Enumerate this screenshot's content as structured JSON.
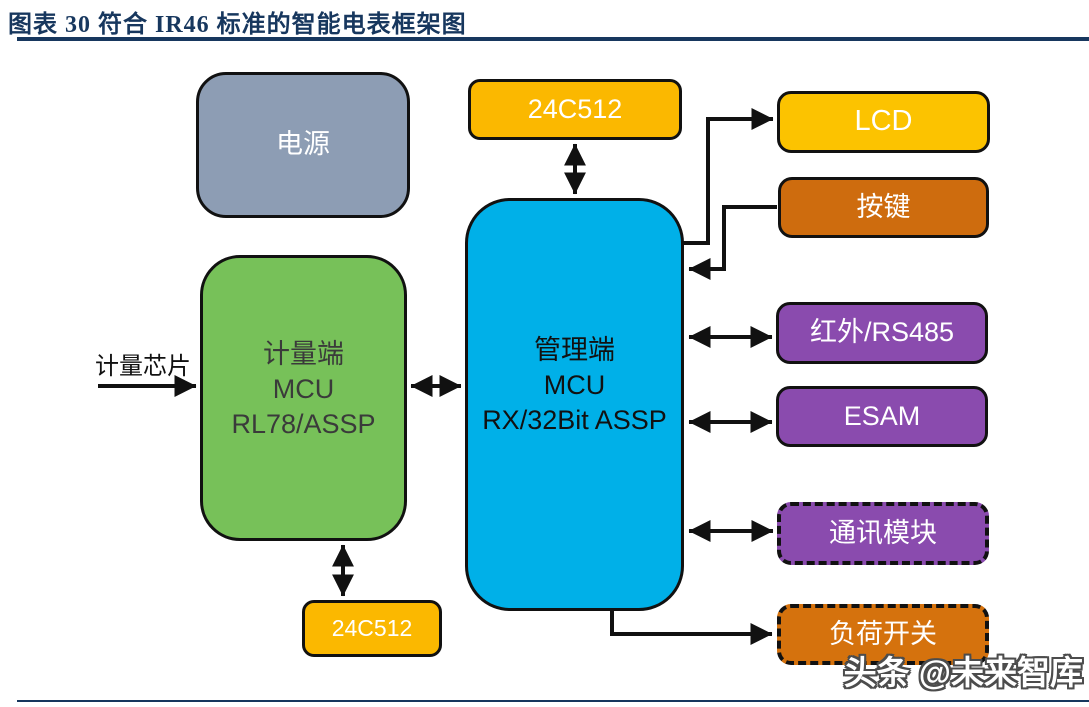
{
  "header": {
    "title": "图表 30  符合 IR46 标准的智能电表框架图",
    "rule_color": "#17375E"
  },
  "diagram": {
    "input_label": "计量芯片",
    "nodes": {
      "power": {
        "label": "电源",
        "fill": "#8D9DB4"
      },
      "eeprom_top": {
        "label": "24C512",
        "fill": "#FBB800"
      },
      "lcd": {
        "label": "LCD",
        "fill": "#FCC300"
      },
      "keys": {
        "label": "按键",
        "fill": "#CE6C0E"
      },
      "metering_mcu": {
        "lines": [
          "计量端",
          "MCU",
          "RL78/ASSP"
        ],
        "fill": "#77C159"
      },
      "management_mcu": {
        "lines": [
          "管理端",
          "MCU",
          "RX/32Bit ASSP"
        ],
        "fill": "#00B0E8"
      },
      "infrared": {
        "label": "红外/RS485",
        "fill": "#8A4BAE"
      },
      "esam": {
        "label": "ESAM",
        "fill": "#8A4BAE"
      },
      "comm_module": {
        "label": "通讯模块",
        "fill": "#8A4BAE",
        "border_style": "dashed"
      },
      "load_switch": {
        "label": "负荷开关",
        "fill": "#D5720D",
        "border_style": "dashed"
      },
      "eeprom_bottom": {
        "label": "24C512",
        "fill": "#FBB800"
      }
    },
    "connections": [
      {
        "from": "metering_chip_input",
        "to": "metering_mcu",
        "direction": "one-way"
      },
      {
        "from": "metering_mcu",
        "to": "management_mcu",
        "direction": "two-way"
      },
      {
        "from": "management_mcu",
        "to": "eeprom_top",
        "direction": "two-way"
      },
      {
        "from": "metering_mcu",
        "to": "eeprom_bottom",
        "direction": "two-way"
      },
      {
        "from": "management_mcu",
        "to": "lcd",
        "direction": "one-way"
      },
      {
        "from": "keys",
        "to": "management_mcu",
        "direction": "one-way"
      },
      {
        "from": "management_mcu",
        "to": "infrared",
        "direction": "two-way"
      },
      {
        "from": "management_mcu",
        "to": "esam",
        "direction": "two-way"
      },
      {
        "from": "management_mcu",
        "to": "comm_module",
        "direction": "two-way"
      },
      {
        "from": "management_mcu",
        "to": "load_switch",
        "direction": "one-way"
      }
    ],
    "line_color": "#111111"
  },
  "watermark": {
    "text": "头条 @未来智库"
  }
}
